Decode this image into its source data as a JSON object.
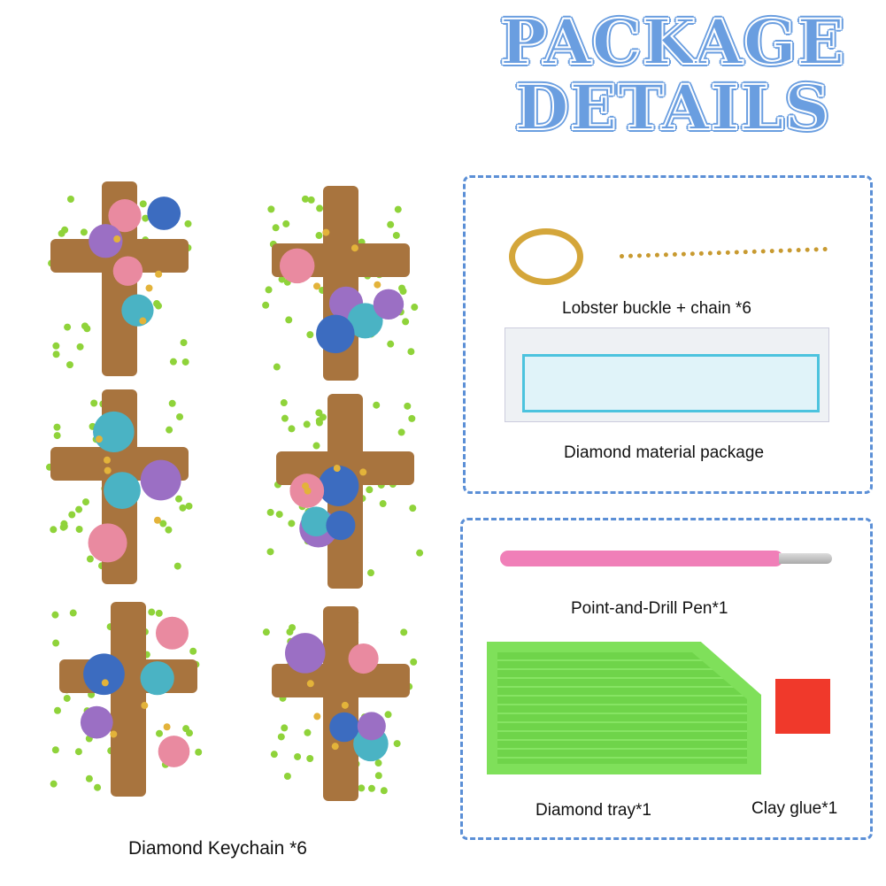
{
  "title": {
    "line1": "PACKAGE",
    "line2": "DETAILS",
    "color": "#6a9ee0"
  },
  "left": {
    "label": "Diamond Keychain *6"
  },
  "box1": {
    "items": [
      {
        "label": "Lobster buckle + chain *6"
      },
      {
        "label": "Diamond material package"
      }
    ]
  },
  "box2": {
    "items": [
      {
        "label": "Point-and-Drill Pen*1"
      },
      {
        "label": "Diamond tray*1"
      },
      {
        "label": "Clay glue*1"
      }
    ]
  },
  "colors": {
    "border": "#5b8fd6",
    "tray": "#7fe05a",
    "pen": "#f07fb8",
    "glue": "#f0392b",
    "wood": "#a8743e"
  }
}
